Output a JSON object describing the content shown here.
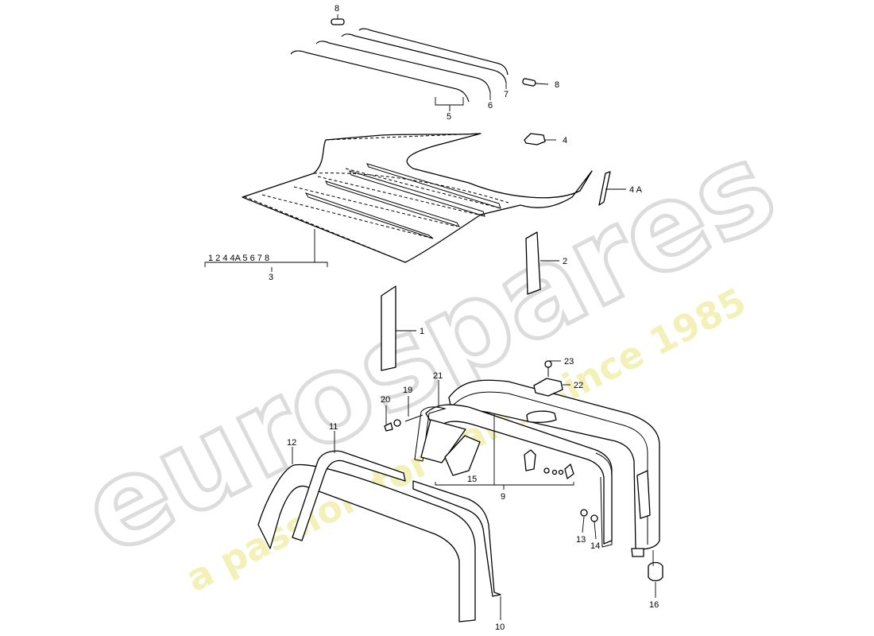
{
  "watermark": {
    "brand": "eurospares",
    "tagline": "a passion for parts since 1985"
  },
  "callouts": {
    "c1": "1",
    "c2": "2",
    "c3": "3",
    "c3_contents": "1 2 4 4A 5 6 7 8",
    "c4": "4",
    "c4a": "4 A",
    "c5": "5",
    "c6": "6",
    "c7": "7",
    "c8_top": "8",
    "c8_right": "8",
    "c9": "9",
    "c10": "10",
    "c11": "11",
    "c12": "12",
    "c13": "13",
    "c14": "14",
    "c15": "15",
    "c16": "16",
    "c19": "19",
    "c20": "20",
    "c21": "21",
    "c22": "22",
    "c23": "23"
  }
}
